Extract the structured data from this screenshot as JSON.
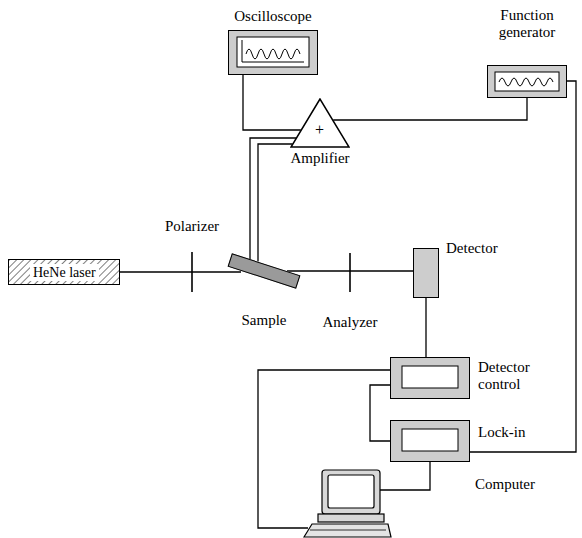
{
  "diagram": {
    "nodes": [
      {
        "text": [
          "Oscilloscope"
        ]
      },
      {
        "text": [
          "Function generator"
        ]
      },
      {
        "text": [
          "+",
          "Amplifier"
        ]
      },
      {
        "text": [
          "HeNe laser"
        ]
      },
      {
        "text": [
          "Sample"
        ]
      },
      {
        "text": [
          "Detector"
        ]
      },
      {
        "text": [
          "Detector control"
        ]
      },
      {
        "text": [
          "Lock-in"
        ]
      },
      {
        "text": [
          "Computer"
        ]
      }
    ],
    "edges": [
      {
        "from": 0,
        "to": 2,
        "arrow": "none"
      },
      {
        "from": 2,
        "to": 1,
        "arrow": "none"
      },
      {
        "from": 4,
        "to": 2,
        "arrow": "none"
      },
      {
        "from": 3,
        "to": 4,
        "arrow": "none"
      },
      {
        "from": 4,
        "to": 5,
        "arrow": "none"
      },
      {
        "from": 5,
        "to": 6,
        "arrow": "none"
      },
      {
        "from": 6,
        "to": 7,
        "arrow": "none"
      },
      {
        "from": 6,
        "to": 8,
        "arrow": "none"
      },
      {
        "from": 7,
        "to": 8,
        "arrow": "none"
      },
      {
        "from": 1,
        "to": 7,
        "arrow": "none"
      }
    ],
    "labels": [
      "Polarizer",
      "Analyzer"
    ]
  }
}
